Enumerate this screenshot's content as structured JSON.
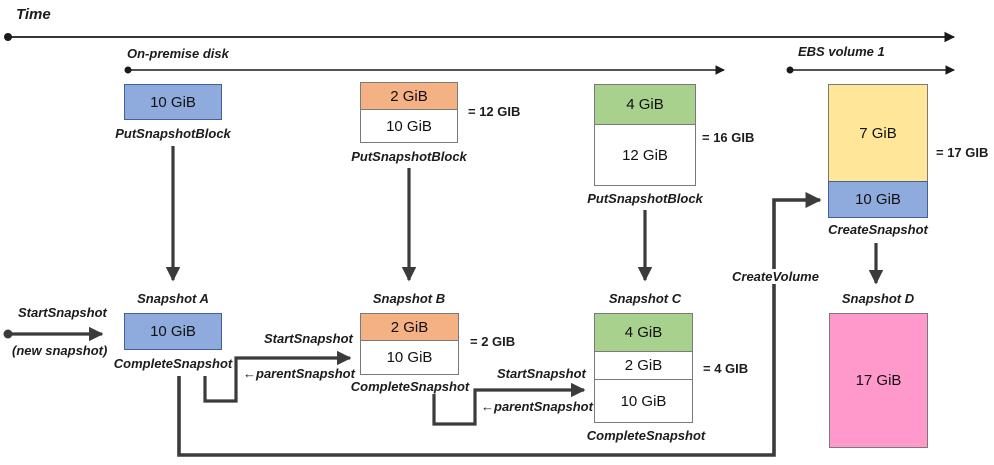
{
  "timeline": {
    "time": "Time",
    "on_premise": "On-premise disk",
    "ebs_volume": "EBS volume 1"
  },
  "start": {
    "label": "StartSnapshot",
    "sublabel": "(new snapshot)"
  },
  "disk_states": [
    {
      "blocks": [
        "10 GiB"
      ],
      "api": "PutSnapshotBlock"
    },
    {
      "blocks": [
        "2 GiB",
        "10 GiB"
      ],
      "total": "= 12 GIB",
      "api": "PutSnapshotBlock"
    },
    {
      "blocks": [
        "4 GiB",
        "12 GiB"
      ],
      "total": "= 16 GIB",
      "api": "PutSnapshotBlock"
    }
  ],
  "ebs": {
    "blocks": [
      "7 GiB",
      "10 GiB"
    ],
    "total": "= 17 GIB",
    "api": "CreateSnapshot"
  },
  "snapshots": [
    {
      "title": "Snapshot A",
      "blocks": [
        "10 GiB"
      ],
      "api": "CompleteSnapshot"
    },
    {
      "title": "Snapshot B",
      "blocks": [
        "2 GiB",
        "10 GiB"
      ],
      "total": "= 2 GIB",
      "api": "CompleteSnapshot"
    },
    {
      "title": "Snapshot C",
      "blocks": [
        "4 GiB",
        "2 GiB",
        "10 GiB"
      ],
      "total": "= 4 GIB",
      "api": "CompleteSnapshot"
    },
    {
      "title": "Snapshot D",
      "blocks": [
        "17 GiB"
      ]
    }
  ],
  "transitions": {
    "a_to_b": {
      "start": "StartSnapshot",
      "parent": "←parentSnapshot"
    },
    "b_to_c": {
      "start": "StartSnapshot",
      "parent": "←parentSnapshot"
    },
    "create_volume": "CreateVolume"
  },
  "colors": {
    "block_blue": "#8FAADC",
    "block_orange": "#F4B183",
    "block_green": "#A9D18E",
    "block_yellow": "#FFE699",
    "block_pink": "#FF99CC",
    "connector": "#3b3b3b",
    "timeline": "#1a1a1a"
  }
}
